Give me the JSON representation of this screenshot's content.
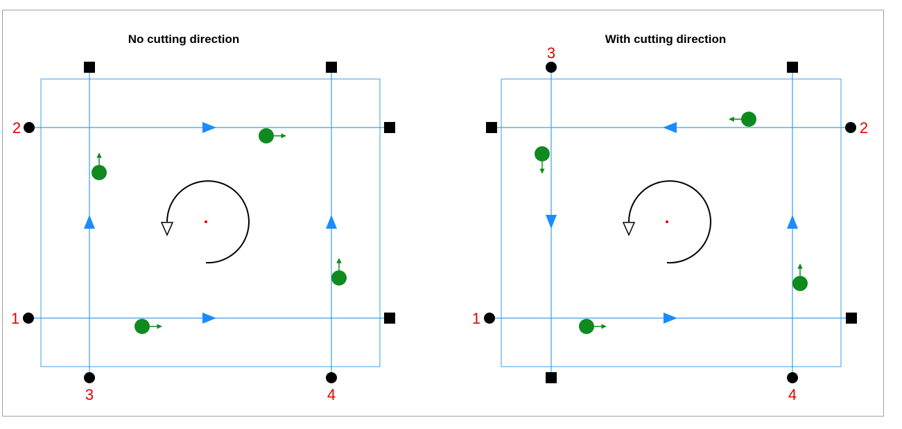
{
  "colors": {
    "blue": "#1a8cff",
    "line_blue": "#3a9ee8",
    "green": "#0f8a1f",
    "red": "#e00000",
    "black": "#000000",
    "frame": "#a0a0a0"
  },
  "panels": [
    {
      "id": "left",
      "title": "No cutting direction",
      "labels": [
        "1",
        "2",
        "3",
        "4"
      ],
      "rotation_icon": "counterclockwise-arrow-icon"
    },
    {
      "id": "right",
      "title": "With cutting direction",
      "labels": [
        "1",
        "2",
        "3",
        "4"
      ],
      "rotation_icon": "counterclockwise-arrow-icon"
    }
  ]
}
